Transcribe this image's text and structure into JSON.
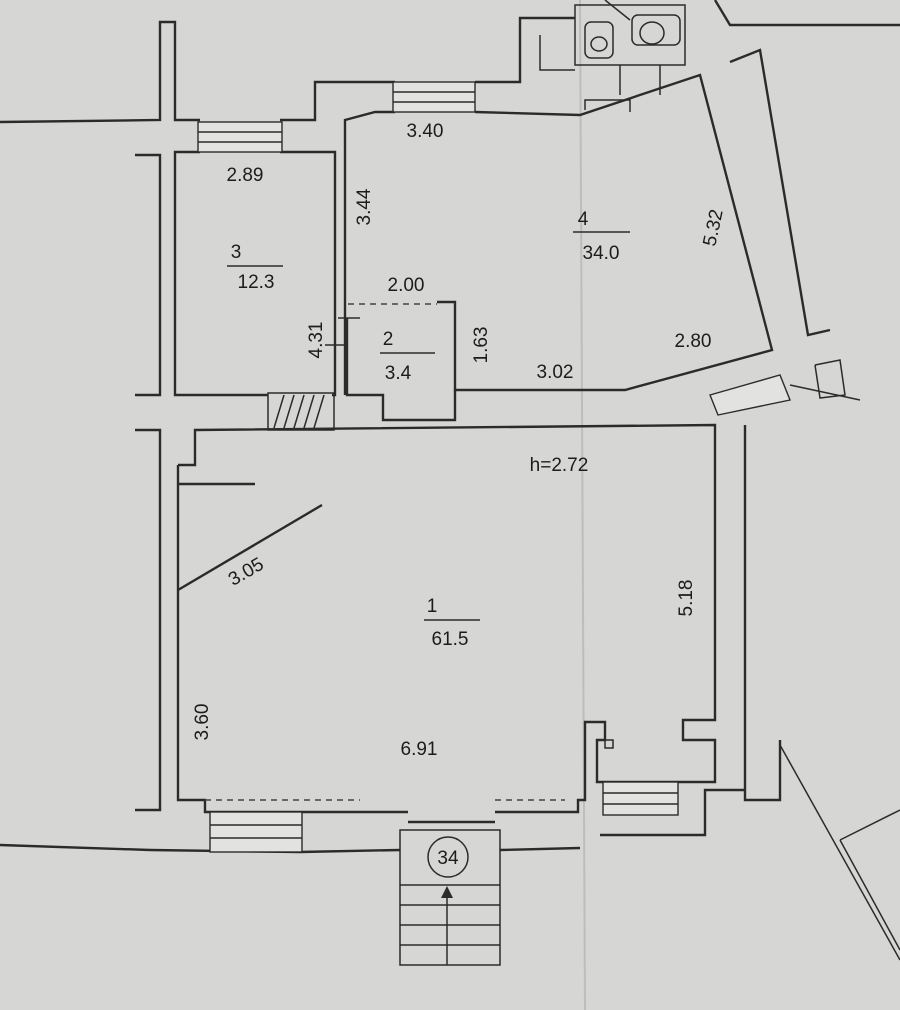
{
  "ceiling_height": "h=2.72",
  "rooms": [
    {
      "number": "1",
      "area": "61.5"
    },
    {
      "number": "2",
      "area": "3.4"
    },
    {
      "number": "3",
      "area": "12.3"
    },
    {
      "number": "4",
      "area": "34.0"
    }
  ],
  "dimensions": {
    "room3_width": "2.89",
    "room3_height": "4.31",
    "room4_top": "3.40",
    "room4_left": "3.44",
    "room4_right": "5.32",
    "room4_bottom_right": "2.80",
    "room4_bottom": "3.02",
    "room2_top": "2.00",
    "room2_right": "1.63",
    "room1_diagonal": "3.05",
    "room1_right": "5.18",
    "room1_left": "3.60",
    "room1_bottom": "6.91"
  },
  "entrance_number": "34"
}
